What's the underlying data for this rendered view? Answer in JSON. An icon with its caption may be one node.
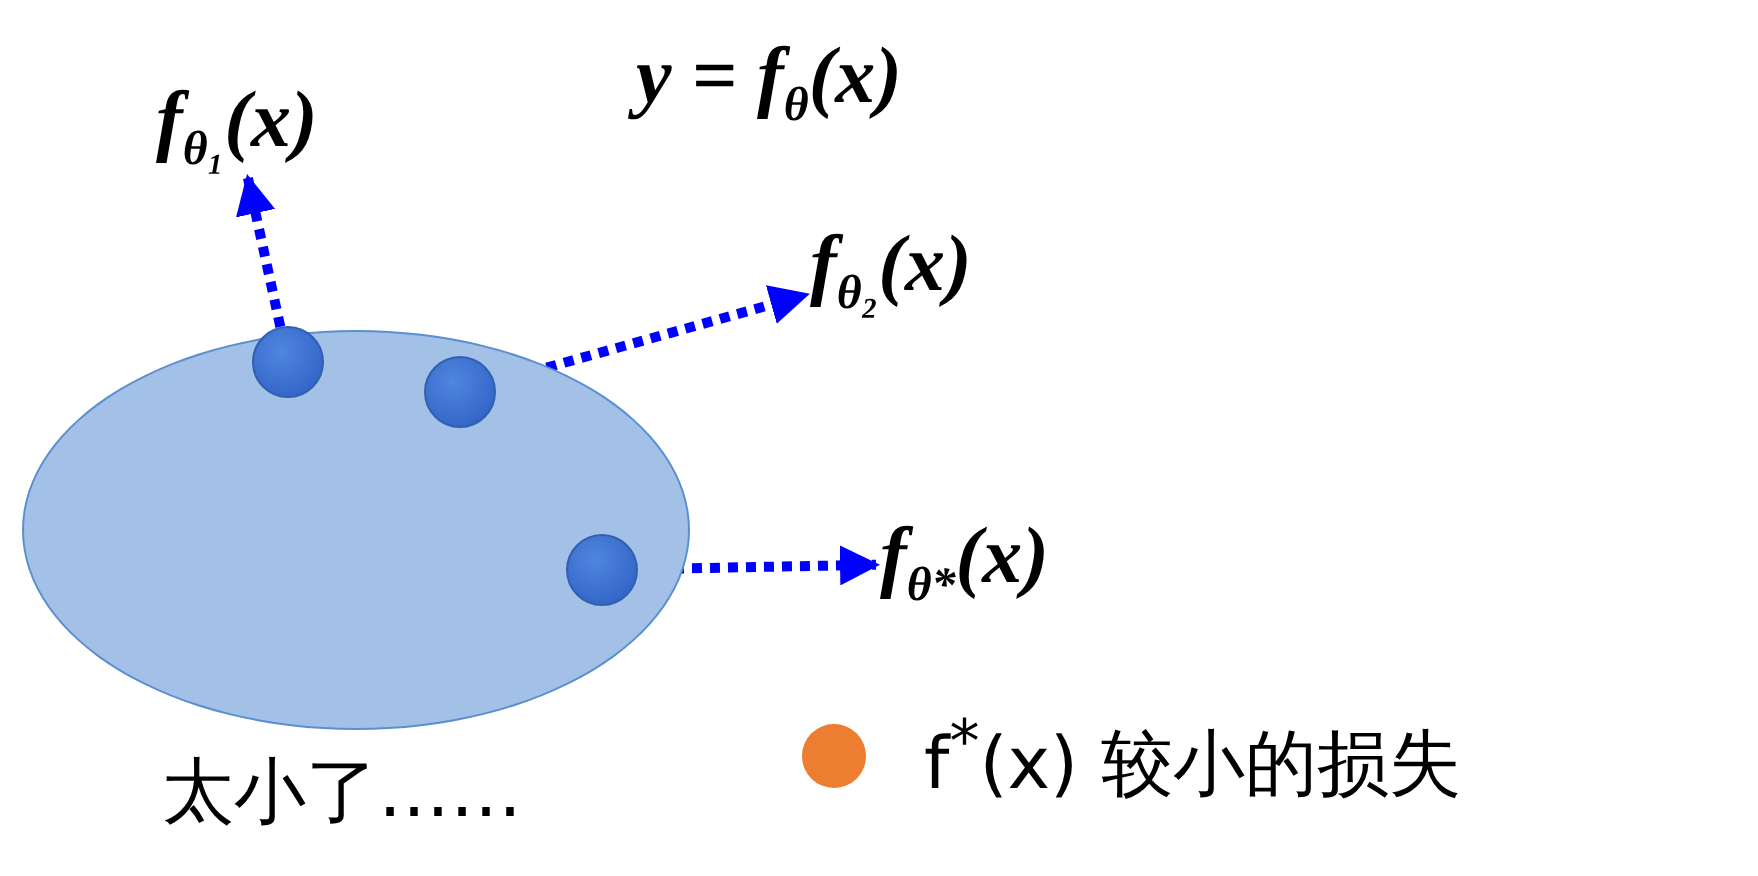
{
  "diagram": {
    "title": "y = f$_{θ}$(x)",
    "nodes": [
      {
        "text": [],
        "shape": "ellipse",
        "beside": [
          "太小了……"
        ]
      },
      {
        "text": [],
        "shape": "circle",
        "in": 0
      },
      {
        "text": [],
        "shape": "circle",
        "in": 0
      },
      {
        "text": [],
        "shape": "circle",
        "in": 0
      },
      {
        "text": [
          "f$_{θ₁}$(x)"
        ]
      },
      {
        "text": [
          "f$_{θ₂}$(x)"
        ]
      },
      {
        "text": [
          "f$_{θ*}$(x)"
        ]
      }
    ],
    "edges": [
      {
        "from": 1,
        "to": 4,
        "arrow": "to",
        "style": "dashed"
      },
      {
        "from": 2,
        "to": 5,
        "arrow": "to",
        "style": "dashed"
      },
      {
        "from": 3,
        "to": 6,
        "arrow": "to",
        "style": "dashed"
      }
    ],
    "legend": [
      {
        "text": "f$^{*}$(x) 较小的损失",
        "color": "#ed7d31"
      }
    ]
  }
}
